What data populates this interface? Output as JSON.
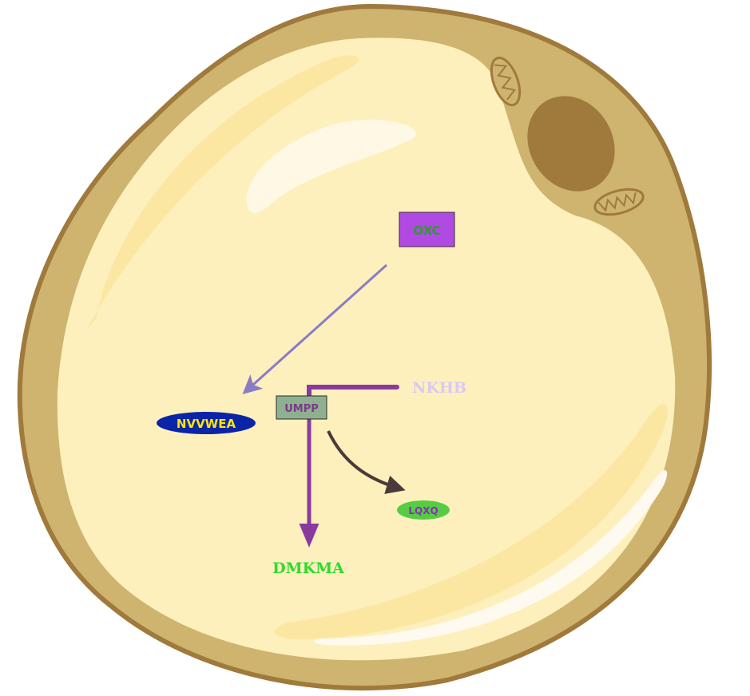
{
  "nodes": {
    "oxc": {
      "label": "OXC",
      "text_color": "#2e9c2e",
      "fill": "#b04ae2"
    },
    "umpp": {
      "label": "UMPP",
      "text_color": "#7a3a8a",
      "fill": "#8fb090"
    },
    "nvvwea": {
      "label": "NVVWEA",
      "text_color": "#ffe600",
      "fill": "#0a24a8"
    },
    "lqxq": {
      "label": "LQXQ",
      "text_color": "#8a2fb3",
      "fill": "#55cc44"
    },
    "nkhb": {
      "label": "NKHB",
      "text_color": "#d9c9f2"
    },
    "dmkma": {
      "label": "DMKMA",
      "text_color": "#2ddc2d"
    }
  },
  "colors": {
    "cell_outline": "#a07a3c",
    "cell_wall": "#ceb46e",
    "cytoplasm": "#fdf0bd",
    "nucleus": "#a07a3c",
    "edge_oxc_nvvwea": "#8a7cc4",
    "edge_umpp": "#8a3a9e",
    "edge_umpp_lqxq": "#4a3a3a"
  }
}
